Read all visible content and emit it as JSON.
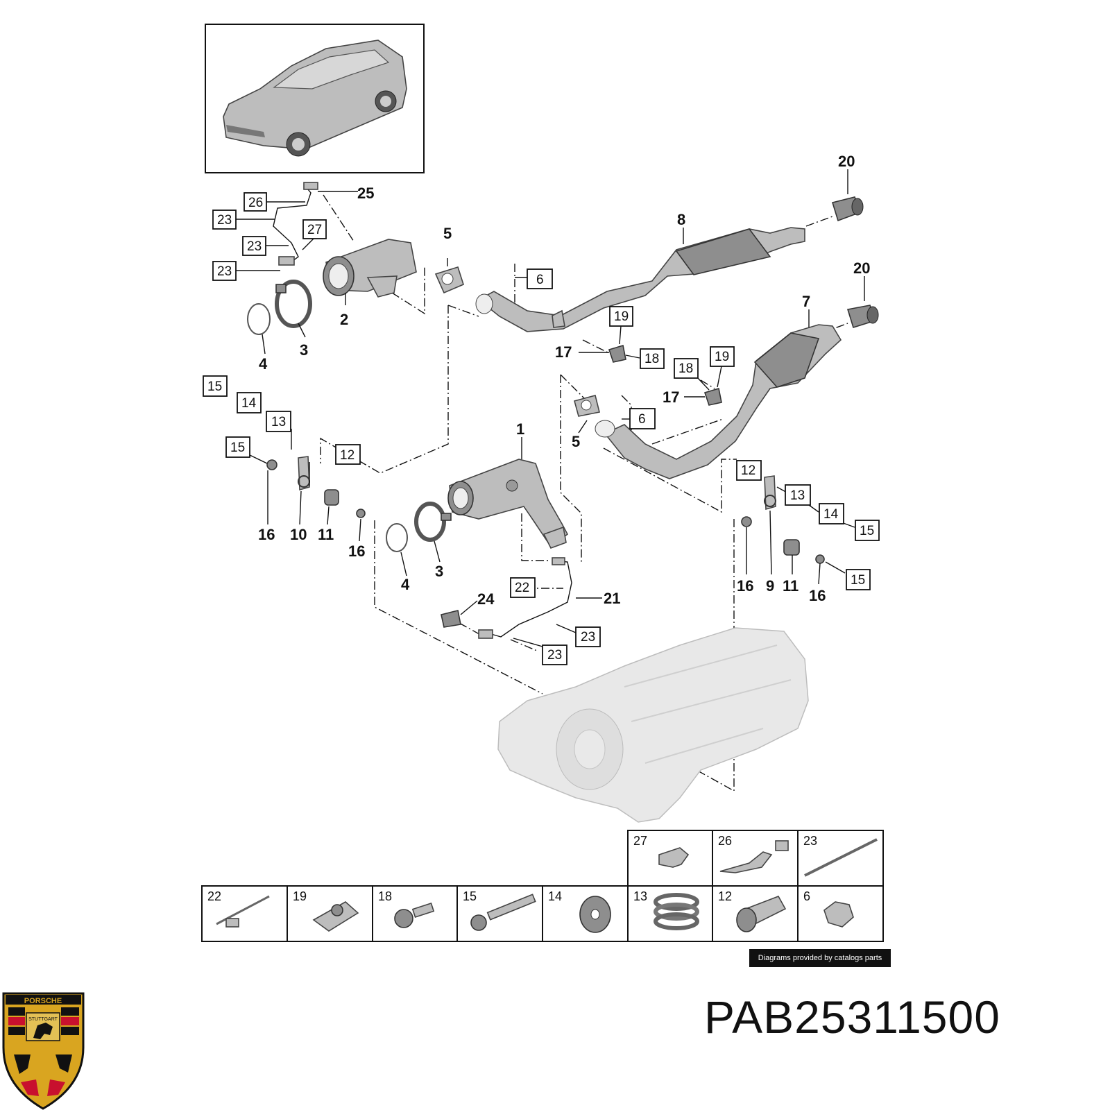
{
  "callouts": {
    "c20a": "20",
    "c20b": "20",
    "c8": "8",
    "c7": "7",
    "c25": "25",
    "c26": "26",
    "c23a": "23",
    "c27": "27",
    "c23b": "23",
    "c23c": "23",
    "c5a": "5",
    "c6a": "6",
    "c2": "2",
    "c3a": "3",
    "c4a": "4",
    "c19a": "19",
    "c17a": "17",
    "c18a": "18",
    "c18b": "18",
    "c19b": "19",
    "c17b": "17",
    "c6b": "6",
    "c5b": "5",
    "c15a": "15",
    "c14a": "14",
    "c13a": "13",
    "c15b": "15",
    "c12a": "12",
    "c1": "1",
    "c16a": "16",
    "c10": "10",
    "c11a": "11",
    "c16b": "16",
    "c3b": "3",
    "c4b": "4",
    "c22": "22",
    "c21": "21",
    "c24": "24",
    "c23d": "23",
    "c23e": "23",
    "c12b": "12",
    "c13b": "13",
    "c14b": "14",
    "c15c": "15",
    "c16c": "16",
    "c9": "9",
    "c11b": "11",
    "c16d": "16",
    "c15d": "15"
  },
  "parts_table": {
    "top_row": [
      "27",
      "26",
      "23"
    ],
    "bottom_row": [
      "22",
      "19",
      "18",
      "15",
      "14",
      "13",
      "12",
      "6"
    ]
  },
  "credit": "Diagrams provided by catalogs parts",
  "logo": {
    "text": "PORSCHE",
    "city": "STUTTGART",
    "colors": {
      "gold": "#d9a520",
      "red": "#c8102e",
      "black": "#111111"
    }
  },
  "part_number": "PAB25311500"
}
